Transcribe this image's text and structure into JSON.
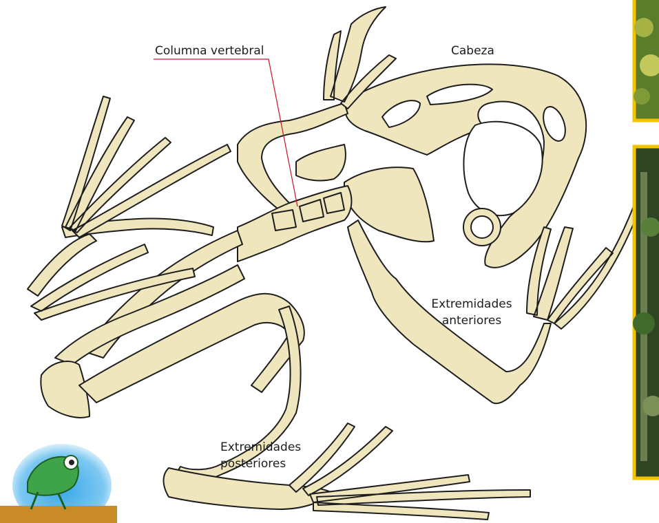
{
  "labels": {
    "spine": "Columna vertebral",
    "head": "Cabeza",
    "forelimbs_1": "Extremidades",
    "forelimbs_2": "anteriores",
    "hindlimbs_1": "Extremidades",
    "hindlimbs_2": "posteriores"
  },
  "colors": {
    "bone_fill": "#efe6bd",
    "bone_stroke": "#1d1d1d",
    "leader_line": "#c8102e",
    "photo_border": "#f2c400"
  },
  "images": {
    "moss_photo": "moss-photo",
    "forest_photo": "forest-photo",
    "frog_icon": "frog-cartoon-icon"
  }
}
